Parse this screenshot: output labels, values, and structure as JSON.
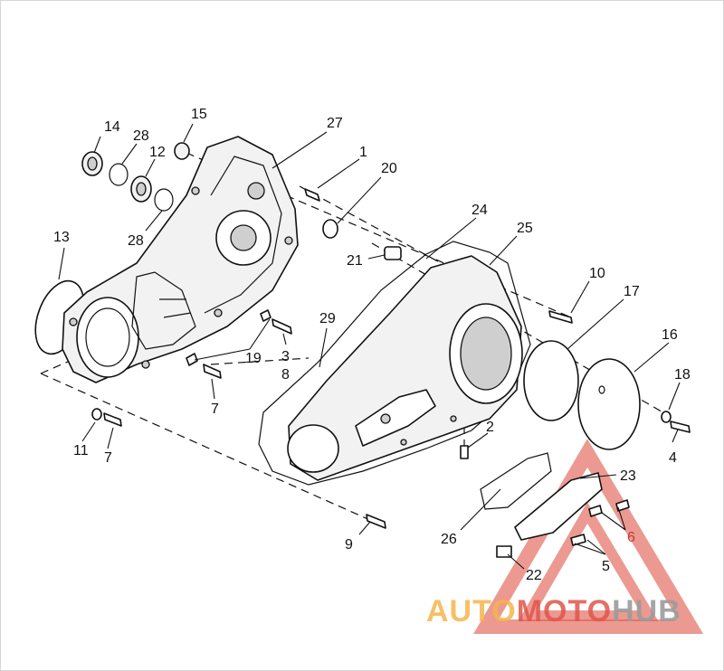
{
  "diagram": {
    "callouts": [
      {
        "id": "c14",
        "label": "14"
      },
      {
        "id": "c28a",
        "label": "28"
      },
      {
        "id": "c12",
        "label": "12"
      },
      {
        "id": "c15",
        "label": "15"
      },
      {
        "id": "c28b",
        "label": "28"
      },
      {
        "id": "c27",
        "label": "27"
      },
      {
        "id": "c1",
        "label": "1"
      },
      {
        "id": "c20",
        "label": "20"
      },
      {
        "id": "c13",
        "label": "13"
      },
      {
        "id": "c24",
        "label": "24"
      },
      {
        "id": "c25",
        "label": "25"
      },
      {
        "id": "c21",
        "label": "21"
      },
      {
        "id": "c10",
        "label": "10"
      },
      {
        "id": "c17",
        "label": "17"
      },
      {
        "id": "c29",
        "label": "29"
      },
      {
        "id": "c3",
        "label": "3"
      },
      {
        "id": "c8",
        "label": "8"
      },
      {
        "id": "c19",
        "label": "19"
      },
      {
        "id": "c16",
        "label": "16"
      },
      {
        "id": "c18",
        "label": "18"
      },
      {
        "id": "c7a",
        "label": "7"
      },
      {
        "id": "c11",
        "label": "11"
      },
      {
        "id": "c7b",
        "label": "7"
      },
      {
        "id": "c2",
        "label": "2"
      },
      {
        "id": "c4",
        "label": "4"
      },
      {
        "id": "c23",
        "label": "23"
      },
      {
        "id": "c6",
        "label": "6"
      },
      {
        "id": "c26",
        "label": "26"
      },
      {
        "id": "c9",
        "label": "9"
      },
      {
        "id": "c22",
        "label": "22"
      },
      {
        "id": "c5",
        "label": "5"
      }
    ]
  },
  "watermark": {
    "part1": "AUTO",
    "part2": "MOTO",
    "part3": "HUB"
  }
}
